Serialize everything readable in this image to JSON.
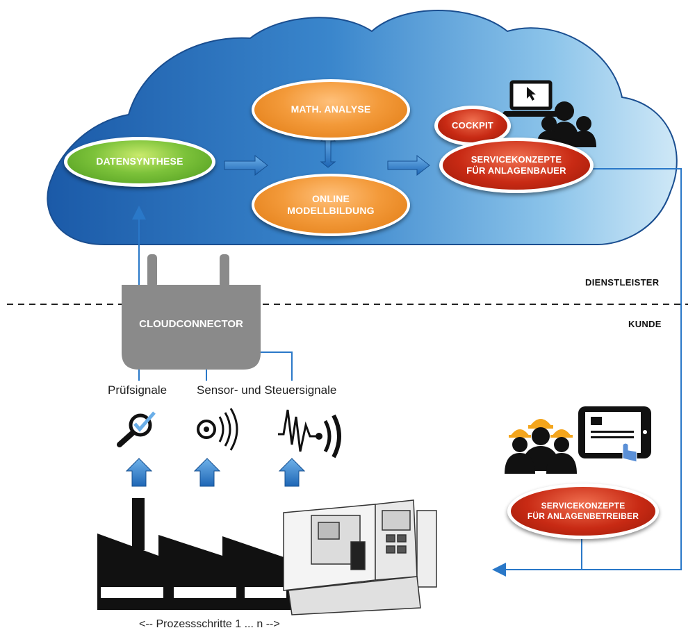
{
  "cloud": {
    "datensynthese": "DATENSYNTHESE",
    "math_analyse": "MATH. ANALYSE",
    "online_line1": "ONLINE",
    "online_line2": "MODELLBILDUNG",
    "cockpit": "COCKPIT",
    "service_bauer_line1": "SERVICEKONZEPTE",
    "service_bauer_line2": "FÜR ANLAGENBAUER"
  },
  "zones": {
    "top": "DIENSTLEISTER",
    "bottom": "KUNDE"
  },
  "connector": {
    "label": "CLOUDCONNECTOR"
  },
  "signals": {
    "pruef": "Prüfsignale",
    "sensor": "Sensor- und Steuersignale"
  },
  "service_betreiber": {
    "line1": "SERVICEKONZEPTE",
    "line2": "FÜR ANLAGENBETREIBER"
  },
  "process": {
    "label": "<-- Prozessschritte 1 ... n -->"
  },
  "colors": {
    "cloud_dark": "#1f63b0",
    "cloud_light": "#bfe0f4",
    "arrow_blue": "#2f7fcf",
    "line_blue": "#2a78c8",
    "connector_gray": "#8a8a8a"
  }
}
